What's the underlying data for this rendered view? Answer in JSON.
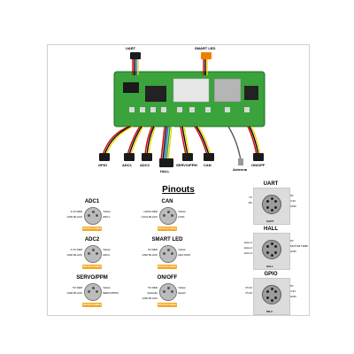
{
  "top": {
    "connector_labels": {
      "uart": "UART",
      "smart_led": "SMART LED",
      "gpio": "GPIO",
      "adc1": "ADC1",
      "adc2": "ADC2",
      "hall": "HALL",
      "servo": "SERVO/PPM",
      "can": "CAN",
      "antenna": "Antenna",
      "onoff": "ON/OFF"
    }
  },
  "pinouts": {
    "title": "Pinouts",
    "badge_text": "JST-PH 3 CABLE",
    "connectors": [
      {
        "id": "adc1",
        "title": "ADC1",
        "pins": [
          {
            "side": "left",
            "text": "3.3V RED"
          },
          {
            "side": "left",
            "text": "GND BLACK"
          },
          {
            "side": "right",
            "text": "Yellow"
          },
          {
            "side": "right",
            "text": "ADC1"
          }
        ]
      },
      {
        "id": "can",
        "title": "CAN",
        "pins": [
          {
            "side": "left",
            "text": "CANH RED"
          },
          {
            "side": "left",
            "text": "CANL BLACK"
          },
          {
            "side": "right",
            "text": "Yellow"
          },
          {
            "side": "right",
            "text": "CANL"
          }
        ]
      },
      {
        "id": "adc2",
        "title": "ADC2",
        "pins": [
          {
            "side": "left",
            "text": "3.3V RED"
          },
          {
            "side": "left",
            "text": "GND BLACK"
          },
          {
            "side": "right",
            "text": "Yellow"
          },
          {
            "side": "right",
            "text": "ADC2"
          }
        ]
      },
      {
        "id": "smartled",
        "title": "SMART LED",
        "pins": [
          {
            "side": "left",
            "text": "5V RED"
          },
          {
            "side": "left",
            "text": "GND BLACK"
          },
          {
            "side": "right",
            "text": "Yellow"
          },
          {
            "side": "right",
            "text": "LED DATA"
          }
        ]
      },
      {
        "id": "servo",
        "title": "SERVO/PPM",
        "pins": [
          {
            "side": "left",
            "text": "5V RED"
          },
          {
            "side": "left",
            "text": "GND BLACK"
          },
          {
            "side": "right",
            "text": "Yellow"
          },
          {
            "side": "right",
            "text": "SERVO/PPM"
          }
        ]
      },
      {
        "id": "onoff",
        "title": "ON/OFF",
        "pins": [
          {
            "side": "left",
            "text": "5V RED"
          },
          {
            "side": "left",
            "text": "(Default)"
          },
          {
            "side": "left",
            "text": "GND BLACK"
          },
          {
            "side": "right",
            "text": "Yellow"
          },
          {
            "side": "right",
            "text": "Switch"
          }
        ]
      }
    ],
    "fc": [
      {
        "id": "uart",
        "title": "UART",
        "left": [
          "TX",
          "RX"
        ],
        "right": [
          "5V",
          "3.3V",
          "GND"
        ],
        "bottom": "UART"
      },
      {
        "id": "hall",
        "title": "HALL",
        "left": [
          "HALL1",
          "HALL2",
          "HALL3"
        ],
        "right": [
          "5V",
          "MOTOR TEMP",
          "GND"
        ],
        "bottom": "HALL"
      },
      {
        "id": "gpio",
        "title": "GPIO",
        "left": [
          "PC14",
          "PC15"
        ],
        "right": [
          "5V",
          "3.3V",
          "GND"
        ],
        "bottom": "PB.3"
      }
    ]
  }
}
